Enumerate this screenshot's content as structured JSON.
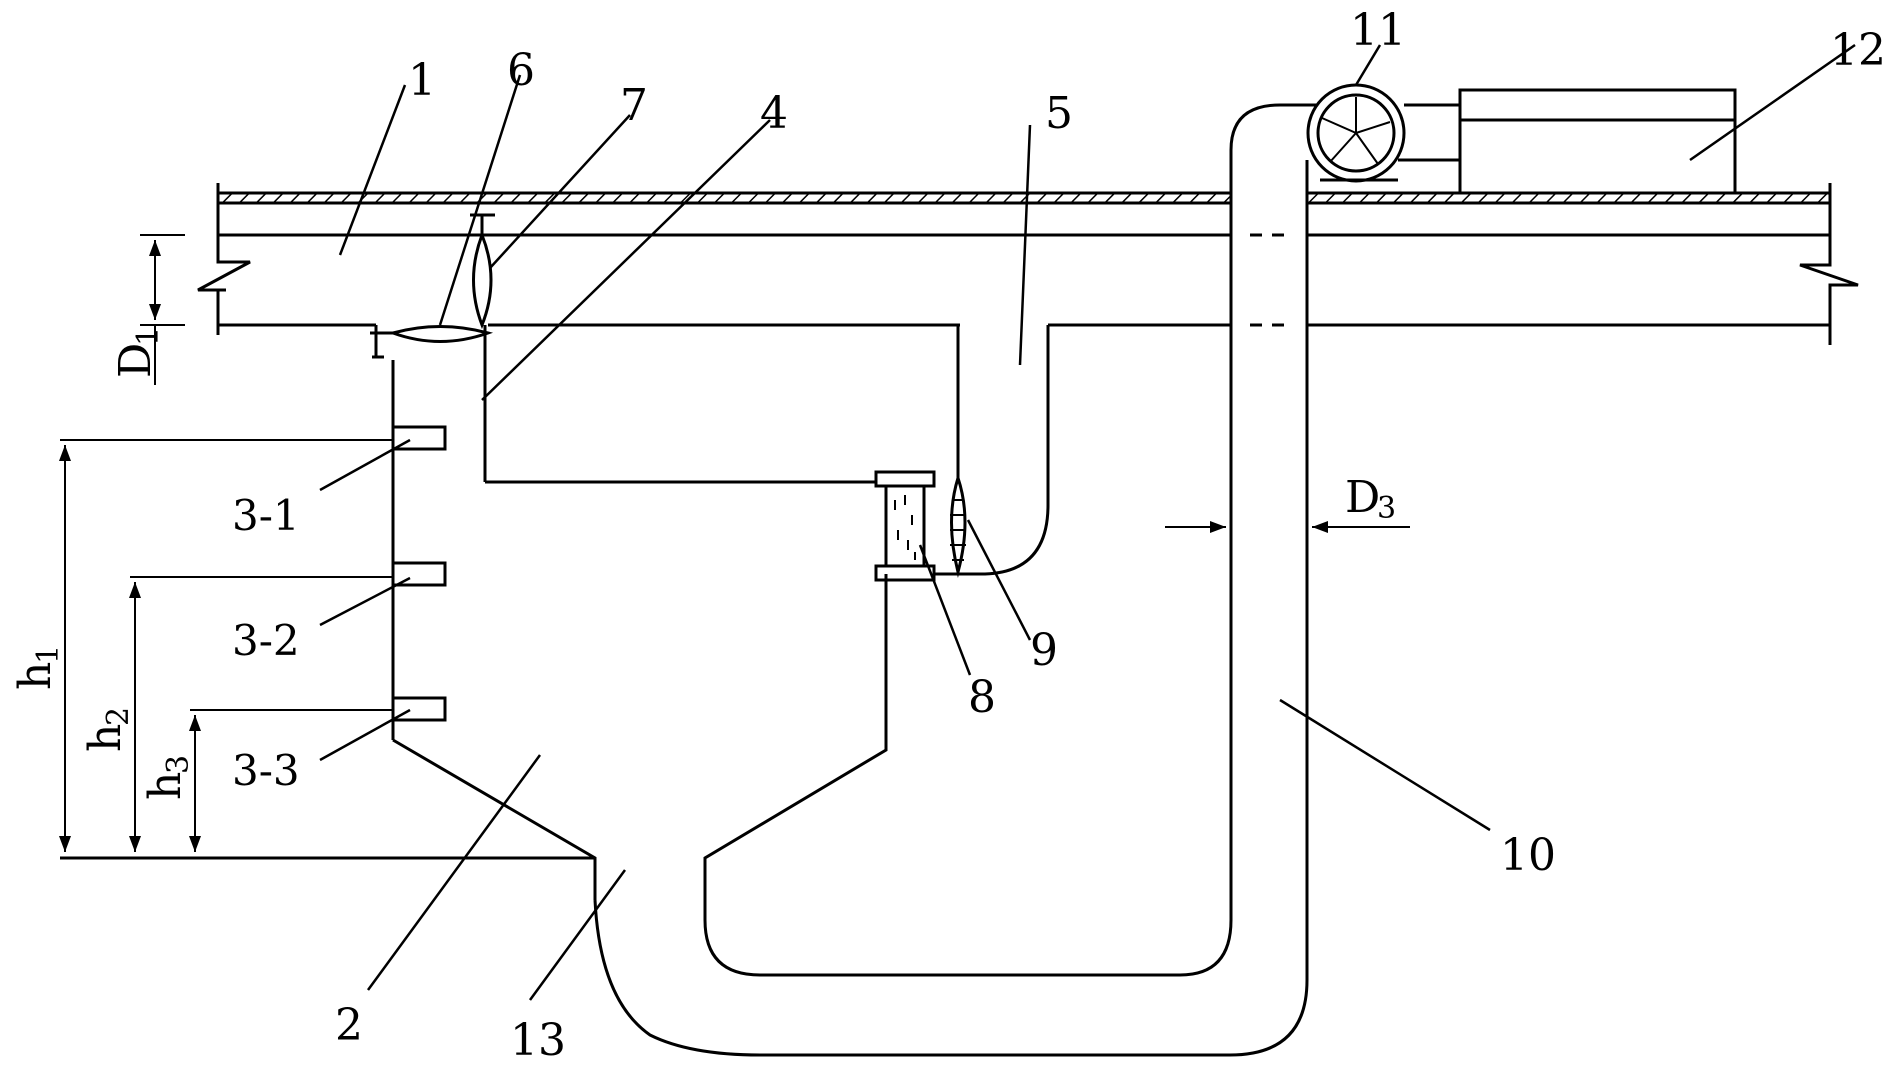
{
  "diagram": {
    "labels": {
      "n1": "1",
      "n2": "2",
      "n4": "4",
      "n5": "5",
      "n6": "6",
      "n7": "7",
      "n8": "8",
      "n9": "9",
      "n10": "10",
      "n11": "11",
      "n12": "12",
      "n13": "13",
      "n3_1": "3-1",
      "n3_2": "3-2",
      "n3_3": "3-3"
    },
    "dimensions": {
      "d1_main": "D",
      "d1_sub": "1",
      "d3_main": "D",
      "d3_sub": "3",
      "h1_main": "h",
      "h1_sub": "1",
      "h2_main": "h",
      "h2_sub": "2",
      "h3_main": "h",
      "h3_sub": "3"
    }
  }
}
